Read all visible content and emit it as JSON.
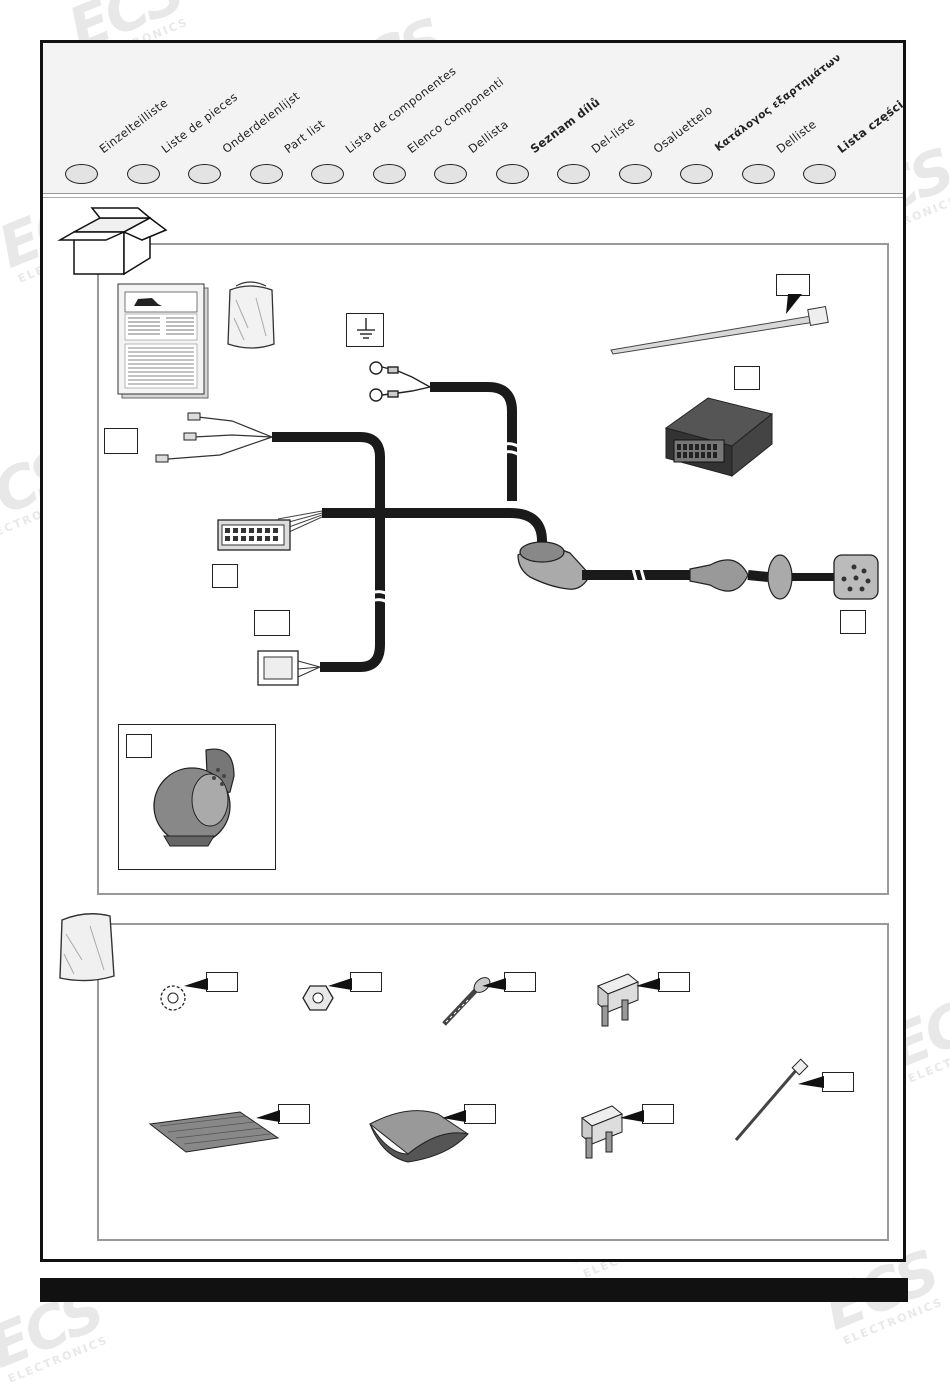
{
  "languages": [
    {
      "label": "Einzelteilliste",
      "bold": false
    },
    {
      "label": "Liste de pieces",
      "bold": false
    },
    {
      "label": "Onderdelenlijst",
      "bold": false
    },
    {
      "label": "Part list",
      "bold": false
    },
    {
      "label": "Lista de componentes",
      "bold": false
    },
    {
      "label": "Elenco componenti",
      "bold": false
    },
    {
      "label": "Dellista",
      "bold": false
    },
    {
      "label": "Seznam dílů",
      "bold": true
    },
    {
      "label": "Del-liste",
      "bold": false
    },
    {
      "label": "Osaluettelo",
      "bold": false
    },
    {
      "label": "Κατάλογος εξαρτημάτων",
      "bold": true
    },
    {
      "label": "Delliste",
      "bold": false
    },
    {
      "label": "Lista części",
      "bold": true
    }
  ],
  "watermark": {
    "brand": "ECS",
    "sub": "ELECTRONICS"
  },
  "colors": {
    "frame": "#111111",
    "header_band": "#f3f3f3",
    "circle_fill": "#e3e3e3",
    "panel_border": "#999999"
  },
  "icons": [
    "box-icon",
    "bag-icon",
    "instruction-sheet-icon",
    "ground-symbol-icon",
    "cable-tie-icon",
    "control-module-icon",
    "socket-icon",
    "washer-icon",
    "nut-icon",
    "screw-icon",
    "fuse-icon",
    "foam-pad-icon",
    "adhesive-tape-icon"
  ]
}
